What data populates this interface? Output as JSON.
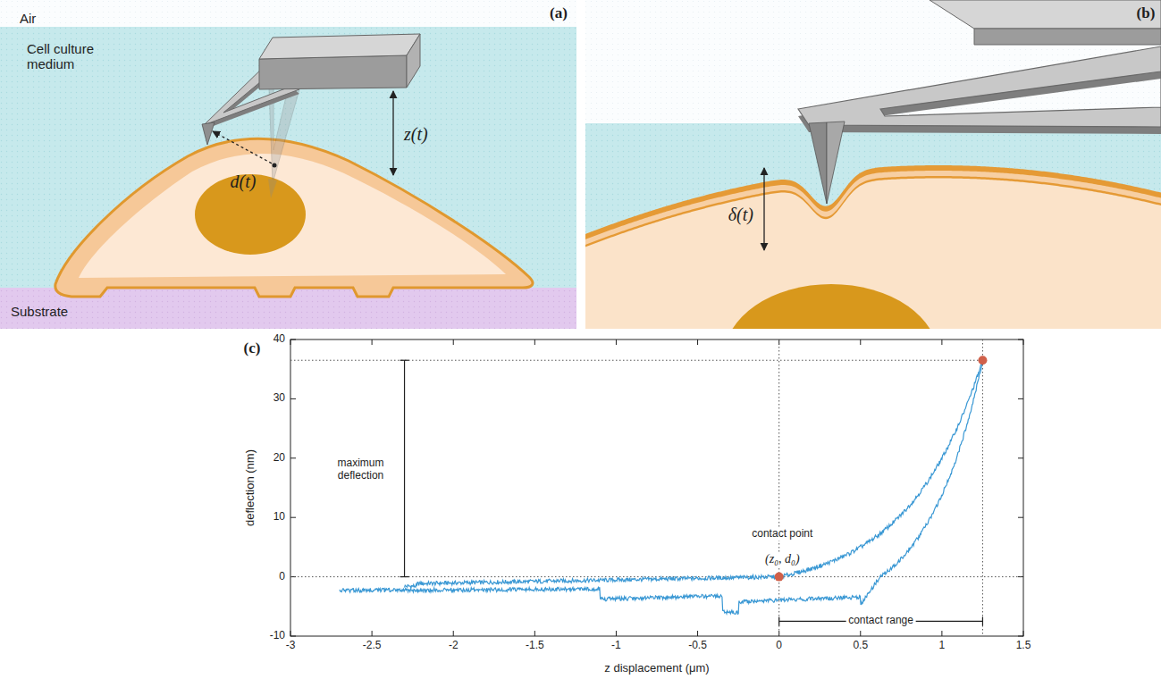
{
  "diagram": {
    "labels": [
      "(a)",
      "Air",
      "Cell culture medium",
      "Substrate",
      "d(t)",
      "z(t)",
      "(b)",
      "δ(t)",
      "(c)",
      "deflection (nm)",
      "z displacement (μm)",
      "maximum deflection",
      "contact point",
      "(z₀, d₀)",
      "contact range",
      "40",
      "30",
      "20",
      "10",
      "0",
      "-10",
      "-3",
      "-2.5",
      "-2",
      "-1.5",
      "-1",
      "-0.5",
      "0",
      "0.5",
      "1",
      "1.5"
    ]
  }
}
